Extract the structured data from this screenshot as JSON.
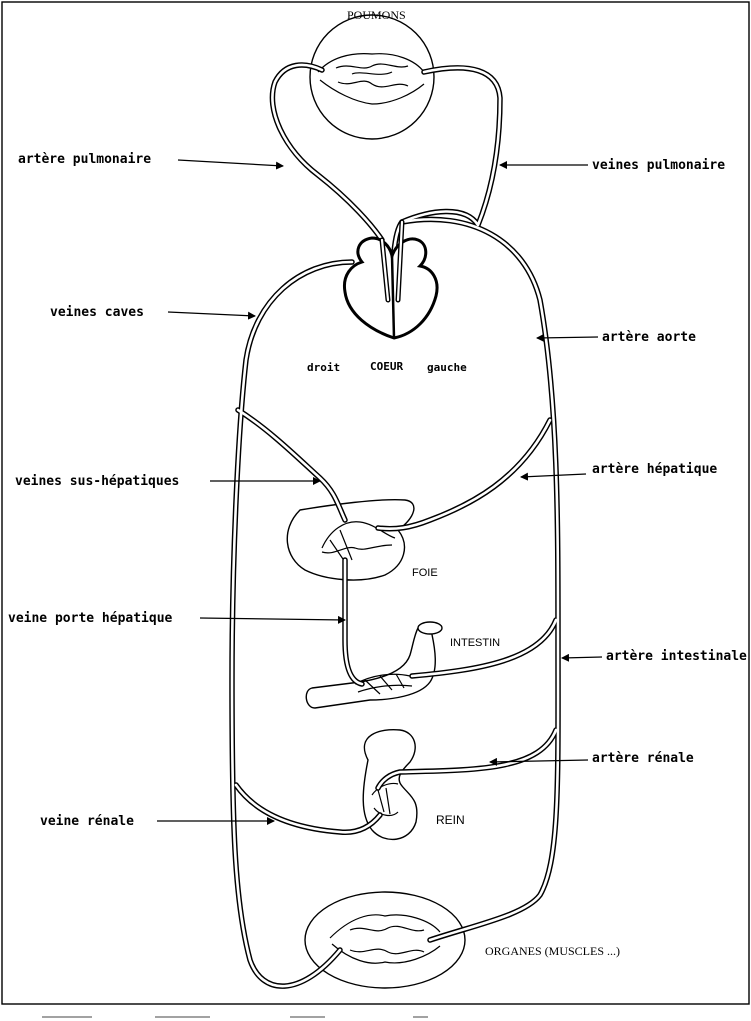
{
  "organs": {
    "lungs": "POUMONS",
    "heart_right": "droit",
    "heart": "COEUR",
    "heart_left": "gauche",
    "liver": "FOIE",
    "intestine": "INTESTIN",
    "kidney": "REIN",
    "organs": "ORGANES (MUSCLES ...)"
  },
  "vessels": {
    "pulmonary_artery": "artère pulmonaire",
    "pulmonary_veins": "veines pulmonaire",
    "vena_cava": "veines caves",
    "aorta": "artère aorte",
    "hepatic_veins": "veines sus-hépatiques",
    "hepatic_artery": "artère hépatique",
    "hepatic_portal_vein": "veine porte hépatique",
    "intestinal_artery": "artère intestinale",
    "renal_artery": "artère rénale",
    "renal_vein": "veine rénale"
  }
}
